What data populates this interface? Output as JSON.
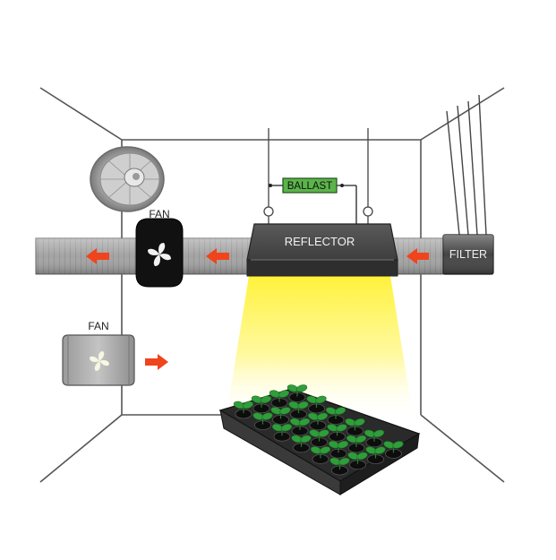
{
  "labels": {
    "ballast": "BALLAST",
    "reflector": "REFLECTOR",
    "filter": "FILTER",
    "fan_inline": "FAN",
    "fan_wall": "FAN"
  },
  "colors": {
    "arrow": "#f0441c",
    "ballast_fill": "#5bb44a",
    "light_yellow": "#fff04a",
    "leaf_green": "#2f9e3a",
    "duct_gray": "#9a9a9a",
    "box_dark": "#4a4a4a"
  },
  "icons": [
    "oscillating-fan-icon",
    "inline-fan-icon",
    "wall-fan-icon",
    "airflow-arrow-icon"
  ],
  "seedling_tray": {
    "rows": 4,
    "columns": 6
  }
}
